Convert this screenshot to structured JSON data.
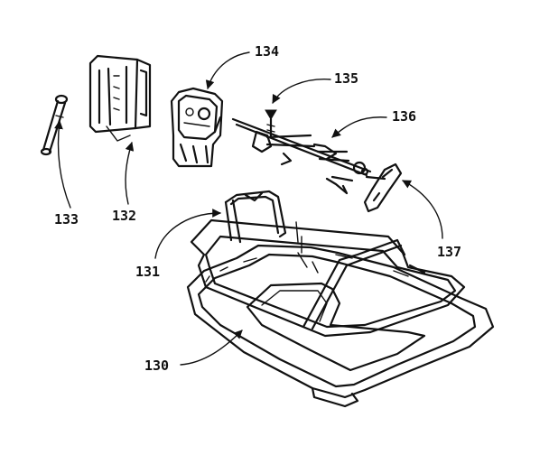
{
  "diagram": {
    "parts": [
      {
        "key": "pan",
        "label": "130"
      },
      {
        "key": "rack",
        "label": "131"
      },
      {
        "key": "bracket",
        "label": "132"
      },
      {
        "key": "pin",
        "label": "133"
      },
      {
        "key": "motor",
        "label": "134"
      },
      {
        "key": "screw",
        "label": "135"
      },
      {
        "key": "spit",
        "label": "136"
      },
      {
        "key": "handle",
        "label": "137"
      }
    ]
  }
}
